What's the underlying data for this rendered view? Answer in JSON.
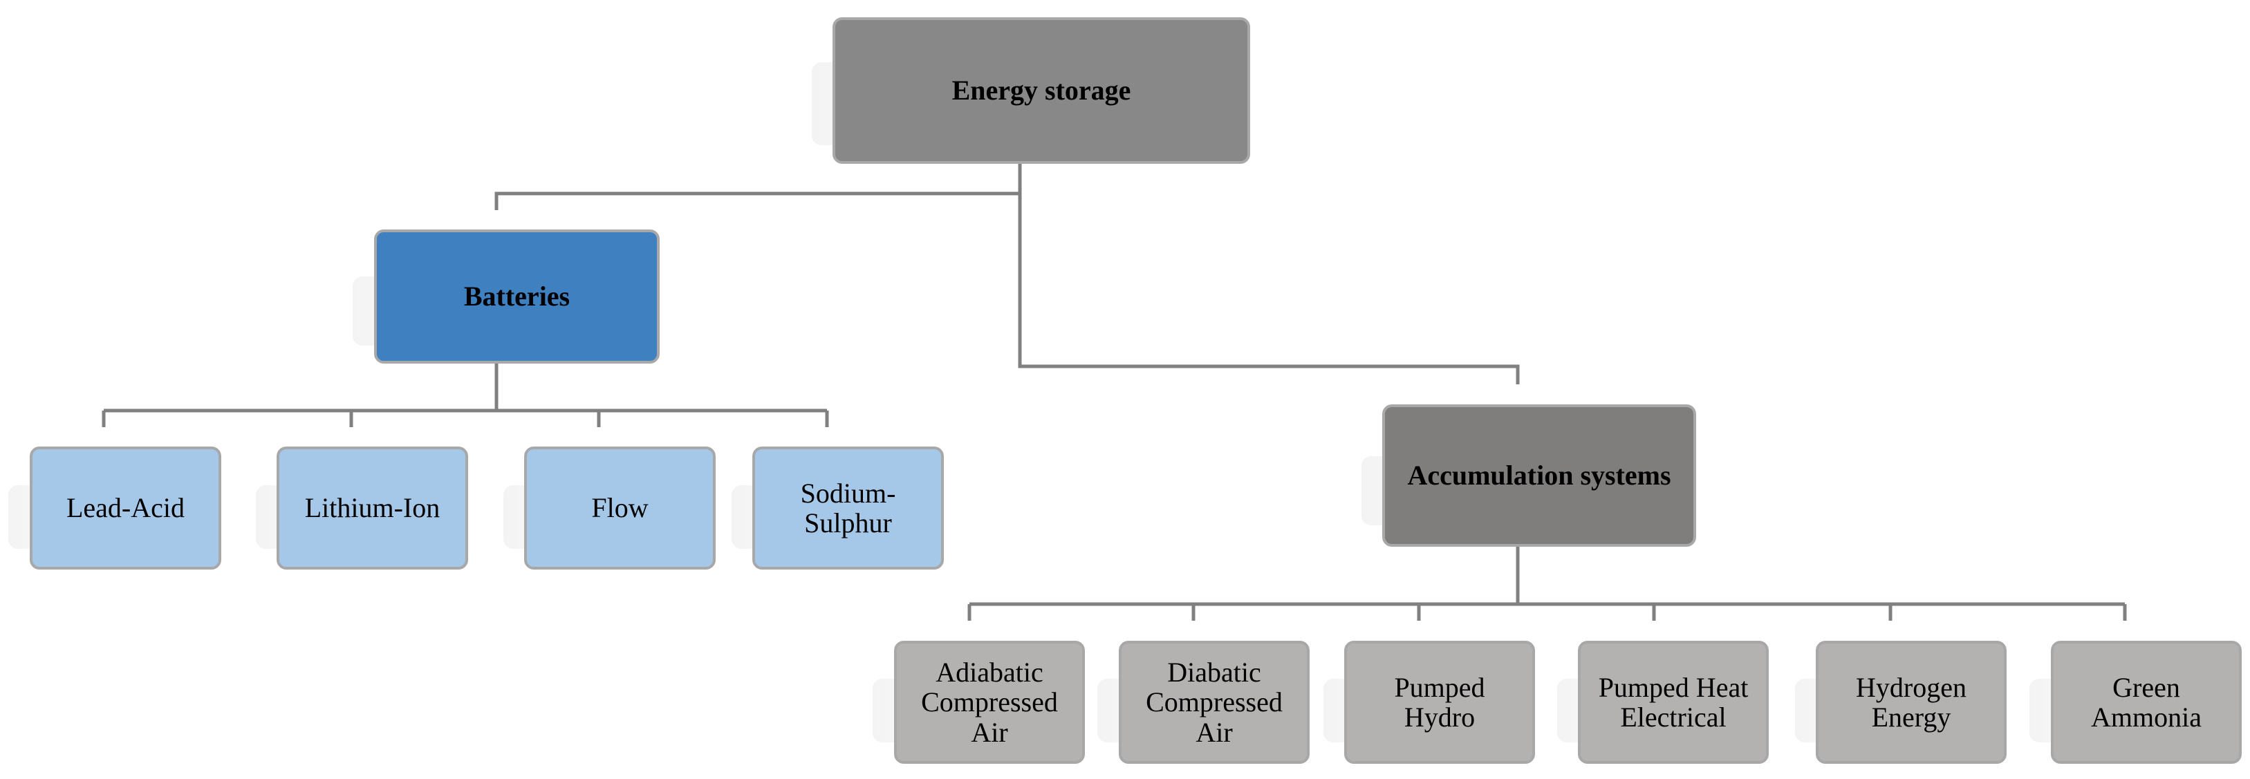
{
  "diagram": {
    "root": {
      "label": "Energy storage"
    },
    "branches": [
      {
        "label": "Batteries",
        "children": [
          "Lead-Acid",
          "Lithium-Ion",
          "Flow",
          "Sodium-\nSulphur"
        ]
      },
      {
        "label": "Accumulation systems",
        "children": [
          "Adiabatic\nCompressed\nAir",
          "Diabatic\nCompressed\nAir",
          "Pumped\nHydro",
          "Pumped Heat\nElectrical",
          "Hydrogen\nEnergy",
          "Green\nAmmonia"
        ]
      }
    ]
  },
  "colors": {
    "connector": "#808080",
    "root_fill": "#888888",
    "batteries_fill": "#3f80c1",
    "batteries_child_fill": "#a6c8e8",
    "accumulation_fill": "#807d7d",
    "accumulation_child_fill": "#b4b1b1",
    "node_border": "#a8a8a8"
  }
}
